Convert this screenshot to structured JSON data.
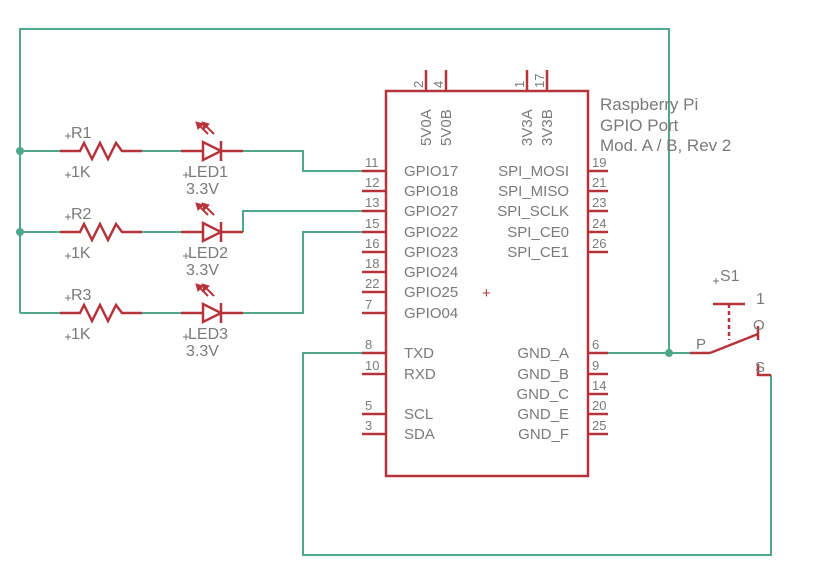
{
  "ic": {
    "header": [
      "Raspberry Pi",
      "GPIO Port",
      "Mod. A / B, Rev 2"
    ],
    "top_pins": [
      {
        "num": "2",
        "name": "5V0A"
      },
      {
        "num": "4",
        "name": "5V0B"
      },
      {
        "num": "1",
        "name": "3V3A"
      },
      {
        "num": "17",
        "name": "3V3B"
      }
    ],
    "left_pins": [
      {
        "num": "11",
        "name": "GPIO17"
      },
      {
        "num": "12",
        "name": "GPIO18"
      },
      {
        "num": "13",
        "name": "GPIO27"
      },
      {
        "num": "15",
        "name": "GPIO22"
      },
      {
        "num": "16",
        "name": "GPIO23"
      },
      {
        "num": "18",
        "name": "GPIO24"
      },
      {
        "num": "22",
        "name": "GPIO25"
      },
      {
        "num": "7",
        "name": "GPIO04"
      },
      {
        "num": "8",
        "name": "TXD"
      },
      {
        "num": "10",
        "name": "RXD"
      },
      {
        "num": "5",
        "name": "SCL"
      },
      {
        "num": "3",
        "name": "SDA"
      }
    ],
    "right_pins": [
      {
        "num": "19",
        "name": "SPI_MOSI"
      },
      {
        "num": "21",
        "name": "SPI_MISO"
      },
      {
        "num": "23",
        "name": "SPI_SCLK"
      },
      {
        "num": "24",
        "name": "SPI_CE0"
      },
      {
        "num": "26",
        "name": "SPI_CE1"
      },
      {
        "num": "6",
        "name": "GND_A"
      },
      {
        "num": "9",
        "name": "GND_B"
      },
      {
        "num": "14",
        "name": "GND_C"
      },
      {
        "num": "20",
        "name": "GND_E"
      },
      {
        "num": "25",
        "name": "GND_F"
      }
    ]
  },
  "resistors": [
    {
      "name": "R1",
      "value": "1K"
    },
    {
      "name": "R2",
      "value": "1K"
    },
    {
      "name": "R3",
      "value": "1K"
    }
  ],
  "leds": [
    {
      "name": "LED1",
      "value": "3.3V"
    },
    {
      "name": "LED2",
      "value": "3.3V"
    },
    {
      "name": "LED3",
      "value": "3.3V"
    }
  ],
  "switch": {
    "name": "S1",
    "pin_p": "P",
    "pin_o": "O",
    "pin_s": "S",
    "pin_1": "1"
  },
  "colors": {
    "wire": "#4fa88a",
    "part": "#b5343c",
    "text": "#7a7a7a"
  }
}
